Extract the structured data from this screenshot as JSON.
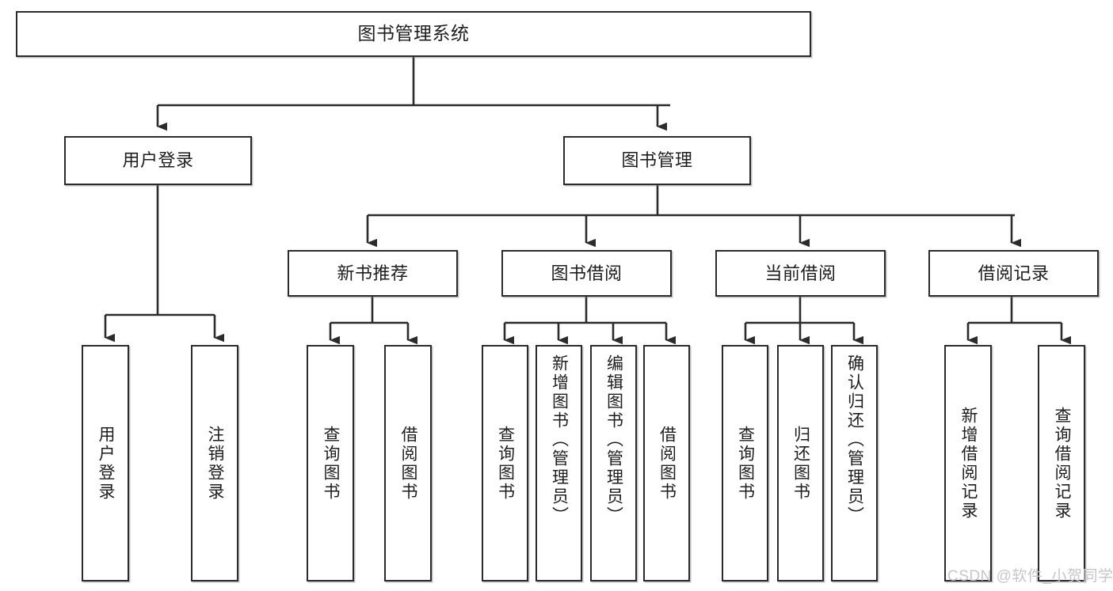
{
  "diagram": {
    "title": "图书管理系统",
    "type": "tree-hierarchy-diagram",
    "root": {
      "label": "图书管理系统"
    },
    "level2": [
      {
        "label": "用户登录"
      },
      {
        "label": "图书管理"
      }
    ],
    "level3": [
      {
        "label": "新书推荐"
      },
      {
        "label": "图书借阅"
      },
      {
        "label": "当前借阅"
      },
      {
        "label": "借阅记录"
      }
    ],
    "leaves": {
      "user_login": [
        {
          "label": "用户登录"
        },
        {
          "label": "注销登录"
        }
      ],
      "new_book_recommend": [
        {
          "label": "查询图书"
        },
        {
          "label": "借阅图书"
        }
      ],
      "book_borrow": [
        {
          "label": "查询图书"
        },
        {
          "label": "新增图书（管理员）"
        },
        {
          "label": "编辑图书（管理员）"
        },
        {
          "label": "借阅图书"
        }
      ],
      "current_borrow": [
        {
          "label": "查询图书"
        },
        {
          "label": "归还图书"
        },
        {
          "label": "确认归还（管理员）"
        }
      ],
      "borrow_record": [
        {
          "label": "新增借阅记录"
        },
        {
          "label": "查询借阅记录"
        }
      ]
    }
  },
  "watermark": {
    "text": "CSDN @软件_小贺同学"
  },
  "colors": {
    "border": "#2b2b2b",
    "text": "#1d1d1d",
    "background": "#ffffff",
    "watermark": "#c6c6c6"
  }
}
